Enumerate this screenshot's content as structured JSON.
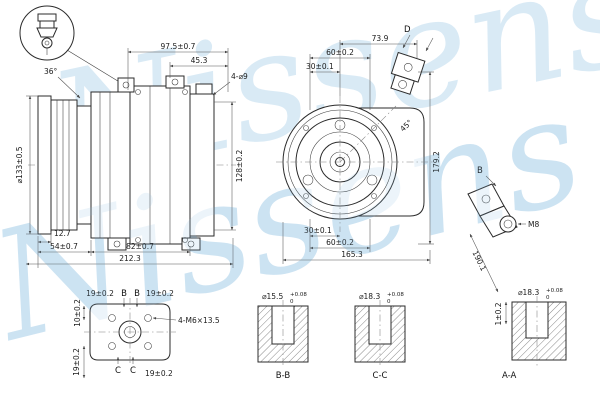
{
  "watermark": "Nissens",
  "side": {
    "dim_width_top": "97.5±0.7",
    "dim_45": "45.3",
    "dim_holes": "4-⌀9",
    "dim_angle": "36°",
    "dim_dia": "⌀133±0.5",
    "dim_height": "128±0.2",
    "dim_127": "12.7",
    "dim_54": "54±0.7",
    "dim_82": "82±0.7",
    "dim_total": "212.3"
  },
  "front": {
    "dim_739": "73.9",
    "dim_60_top": "60±0.2",
    "dim_30_top": "30±0.1",
    "dim_angle": "45°",
    "dim_height": "179.2",
    "dim_30_bot": "30±0.1",
    "dim_60_bot": "60±0.2",
    "dim_total": "165.3",
    "section_d": "D"
  },
  "right_detail": {
    "section_b": "B",
    "thread": "M8",
    "dim_length": "190.1"
  },
  "bracket": {
    "dim_19_tl": "19±0.2",
    "b1": "B",
    "b2": "B",
    "dim_19_tr": "19±0.2",
    "bolts": "4-M6×13.5",
    "dim_10": "10±0.2",
    "dim_19_l": "19±0.2",
    "c1": "C",
    "c2": "C",
    "dim_19_b": "19±0.2"
  },
  "sections": {
    "bb": {
      "label": "B-B",
      "dia": "⌀15.5",
      "tol_top": "+0.08",
      "tol_bot": "0"
    },
    "cc": {
      "label": "C-C",
      "dia": "⌀18.3",
      "tol_top": "+0.08",
      "tol_bot": "0"
    },
    "aa": {
      "label": "A-A",
      "dia": "⌀18.3",
      "tol_top": "+0.08",
      "tol_bot": "0",
      "dim_1": "1±0.2"
    }
  }
}
